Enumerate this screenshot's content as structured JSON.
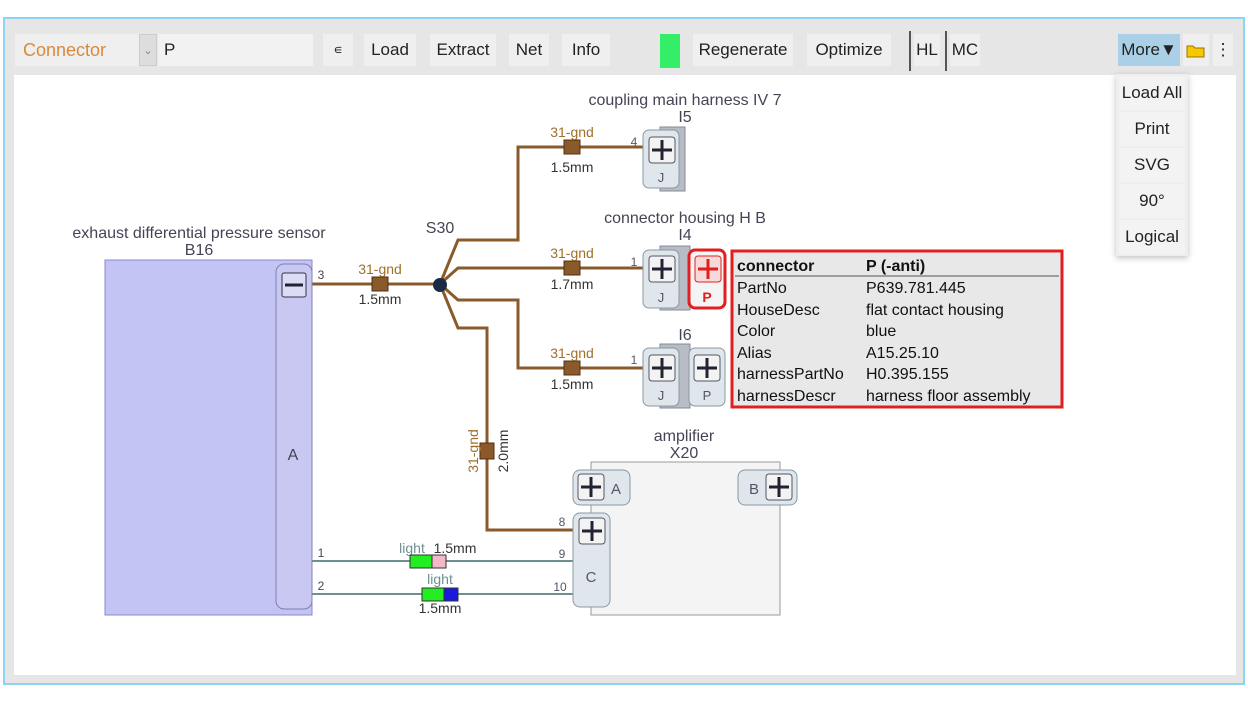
{
  "toolbar": {
    "type_select": "Connector",
    "search_value": "P",
    "epsilon": "∊",
    "load": "Load",
    "extract": "Extract",
    "net": "Net",
    "info": "Info",
    "status_color": "#33ee66",
    "regenerate": "Regenerate",
    "optimize": "Optimize",
    "hl": "HL",
    "mc": "MC",
    "more": "More▼",
    "folder_icon": "folder-icon",
    "kebab": "⋮"
  },
  "more_menu": [
    "Load All",
    "Print",
    "SVG",
    "90°",
    "Logical"
  ],
  "diagram": {
    "b16": {
      "title": "exhaust differential pressure sensor",
      "id": "B16",
      "connector": "A",
      "pins": [
        "3",
        "1",
        "2"
      ]
    },
    "splice": "S30",
    "i5": {
      "title": "coupling main harness IV 7",
      "id": "I5",
      "connector": "J",
      "pin": "4"
    },
    "i4": {
      "title": "connector housing H B",
      "id": "I4",
      "connectors": [
        "J",
        "P"
      ],
      "pin": "1"
    },
    "i6": {
      "id": "I6",
      "connectors": [
        "J",
        "P"
      ],
      "pin": "1"
    },
    "x20": {
      "title": "amplifier",
      "id": "X20",
      "connectors": [
        "A",
        "B",
        "C"
      ],
      "pins": [
        "8",
        "9",
        "10"
      ]
    },
    "wires": [
      {
        "name": "31-gnd",
        "size": "1.5mm"
      },
      {
        "name": "31-gnd",
        "size": "1.5mm"
      },
      {
        "name": "31-gnd",
        "size": "1.7mm"
      },
      {
        "name": "31-gnd",
        "size": "1.5mm"
      },
      {
        "name": "31-gnd",
        "size": "2.0mm"
      },
      {
        "name": "light",
        "size": "1.5mm"
      },
      {
        "name": "light",
        "size": "1.5mm"
      }
    ]
  },
  "tooltip": {
    "header": [
      "connector",
      "P (-anti)"
    ],
    "rows": [
      [
        "PartNo",
        "P639.781.445"
      ],
      [
        "HouseDesc",
        "flat contact housing"
      ],
      [
        "Color",
        "blue"
      ],
      [
        "Alias",
        "A15.25.10"
      ],
      [
        "harnessPartNo",
        "H0.395.155"
      ],
      [
        "harnessDescr",
        "harness floor assembly"
      ]
    ]
  },
  "colors": {
    "wire_gnd": "#8b5a2b",
    "highlight": "#e02020",
    "sensor": "#c4c4f4"
  }
}
